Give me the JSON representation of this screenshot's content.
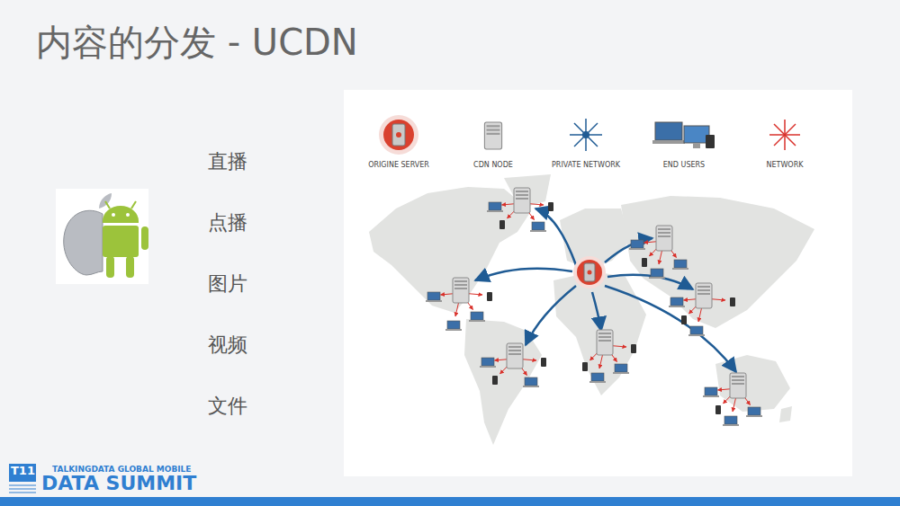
{
  "diagram": {
    "title": "内容的分发 - UCDN",
    "labels": [
      "直播",
      "点播",
      "图片",
      "视频",
      "文件",
      "T11",
      "TALKINGDATA GLOBAL MOBILE",
      "DATA SUMMIT"
    ],
    "legend": [
      {
        "text": "ORIGINE SERVER"
      },
      {
        "text": "CDN NODE"
      },
      {
        "text": "PRIVATE NETWORK"
      },
      {
        "text": "END USERS"
      },
      {
        "text": "NETWORK"
      }
    ]
  }
}
